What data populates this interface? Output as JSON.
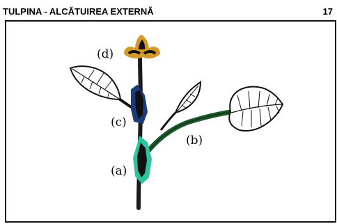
{
  "header": {
    "title": "TULPINA - ALCĂTUIREA EXTERNĂ",
    "page_number": "17"
  },
  "diagram": {
    "labels": {
      "a": "(a)",
      "b": "(b)",
      "c": "(c)",
      "d": "(d)"
    },
    "colors": {
      "stem": "#1a1a1a",
      "a_highlight": "#2ec4a0",
      "b_highlight": "#1e5a2c",
      "c_highlight": "#1c3c78",
      "d_highlight": "#d39a2a"
    }
  }
}
